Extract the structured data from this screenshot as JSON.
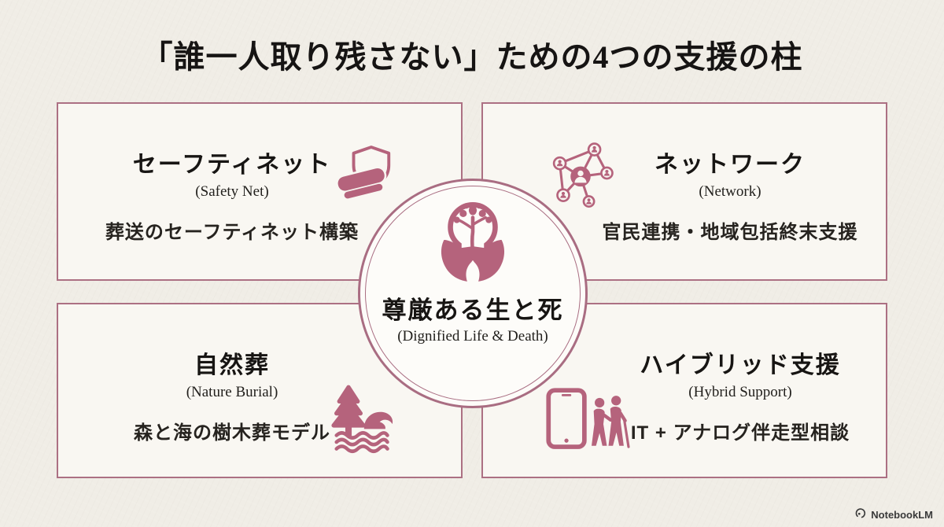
{
  "page": {
    "title": "「誰一人取り残さない」ための4つの支援の柱",
    "background_color": "#f0ede6",
    "card_background_color": "#f9f7f2",
    "border_color": "#ac7083",
    "accent_color": "#b5637c",
    "text_color": "#171513"
  },
  "center": {
    "title": "尊厳ある生と死",
    "subtitle": "(Dignified Life & Death)",
    "icon": "hands-holding-tree-icon"
  },
  "pillars": [
    {
      "id": "safety-net",
      "title": "セーフティネット",
      "subtitle": "(Safety Net)",
      "description": "葬送のセーフティネット構築",
      "icon": "blanket-shield-icon",
      "icon_position": "right-of-title"
    },
    {
      "id": "network",
      "title": "ネットワーク",
      "subtitle": "(Network)",
      "description": "官民連携・地域包括終末支援",
      "icon": "network-icon",
      "icon_position": "left-of-title"
    },
    {
      "id": "nature-burial",
      "title": "自然葬",
      "subtitle": "(Nature Burial)",
      "description": "森と海の樹木葬モデル",
      "icon": "tree-wave-icon",
      "icon_position": "right-of-description"
    },
    {
      "id": "hybrid-support",
      "title": "ハイブリッド支援",
      "subtitle": "(Hybrid Support)",
      "description": "IT + アナログ伴走型相談",
      "icon": "tablet-people-icon",
      "icon_position": "left-of-description"
    }
  ],
  "footer": {
    "brand": "NotebookLM",
    "icon": "notebooklm-logo-icon"
  }
}
